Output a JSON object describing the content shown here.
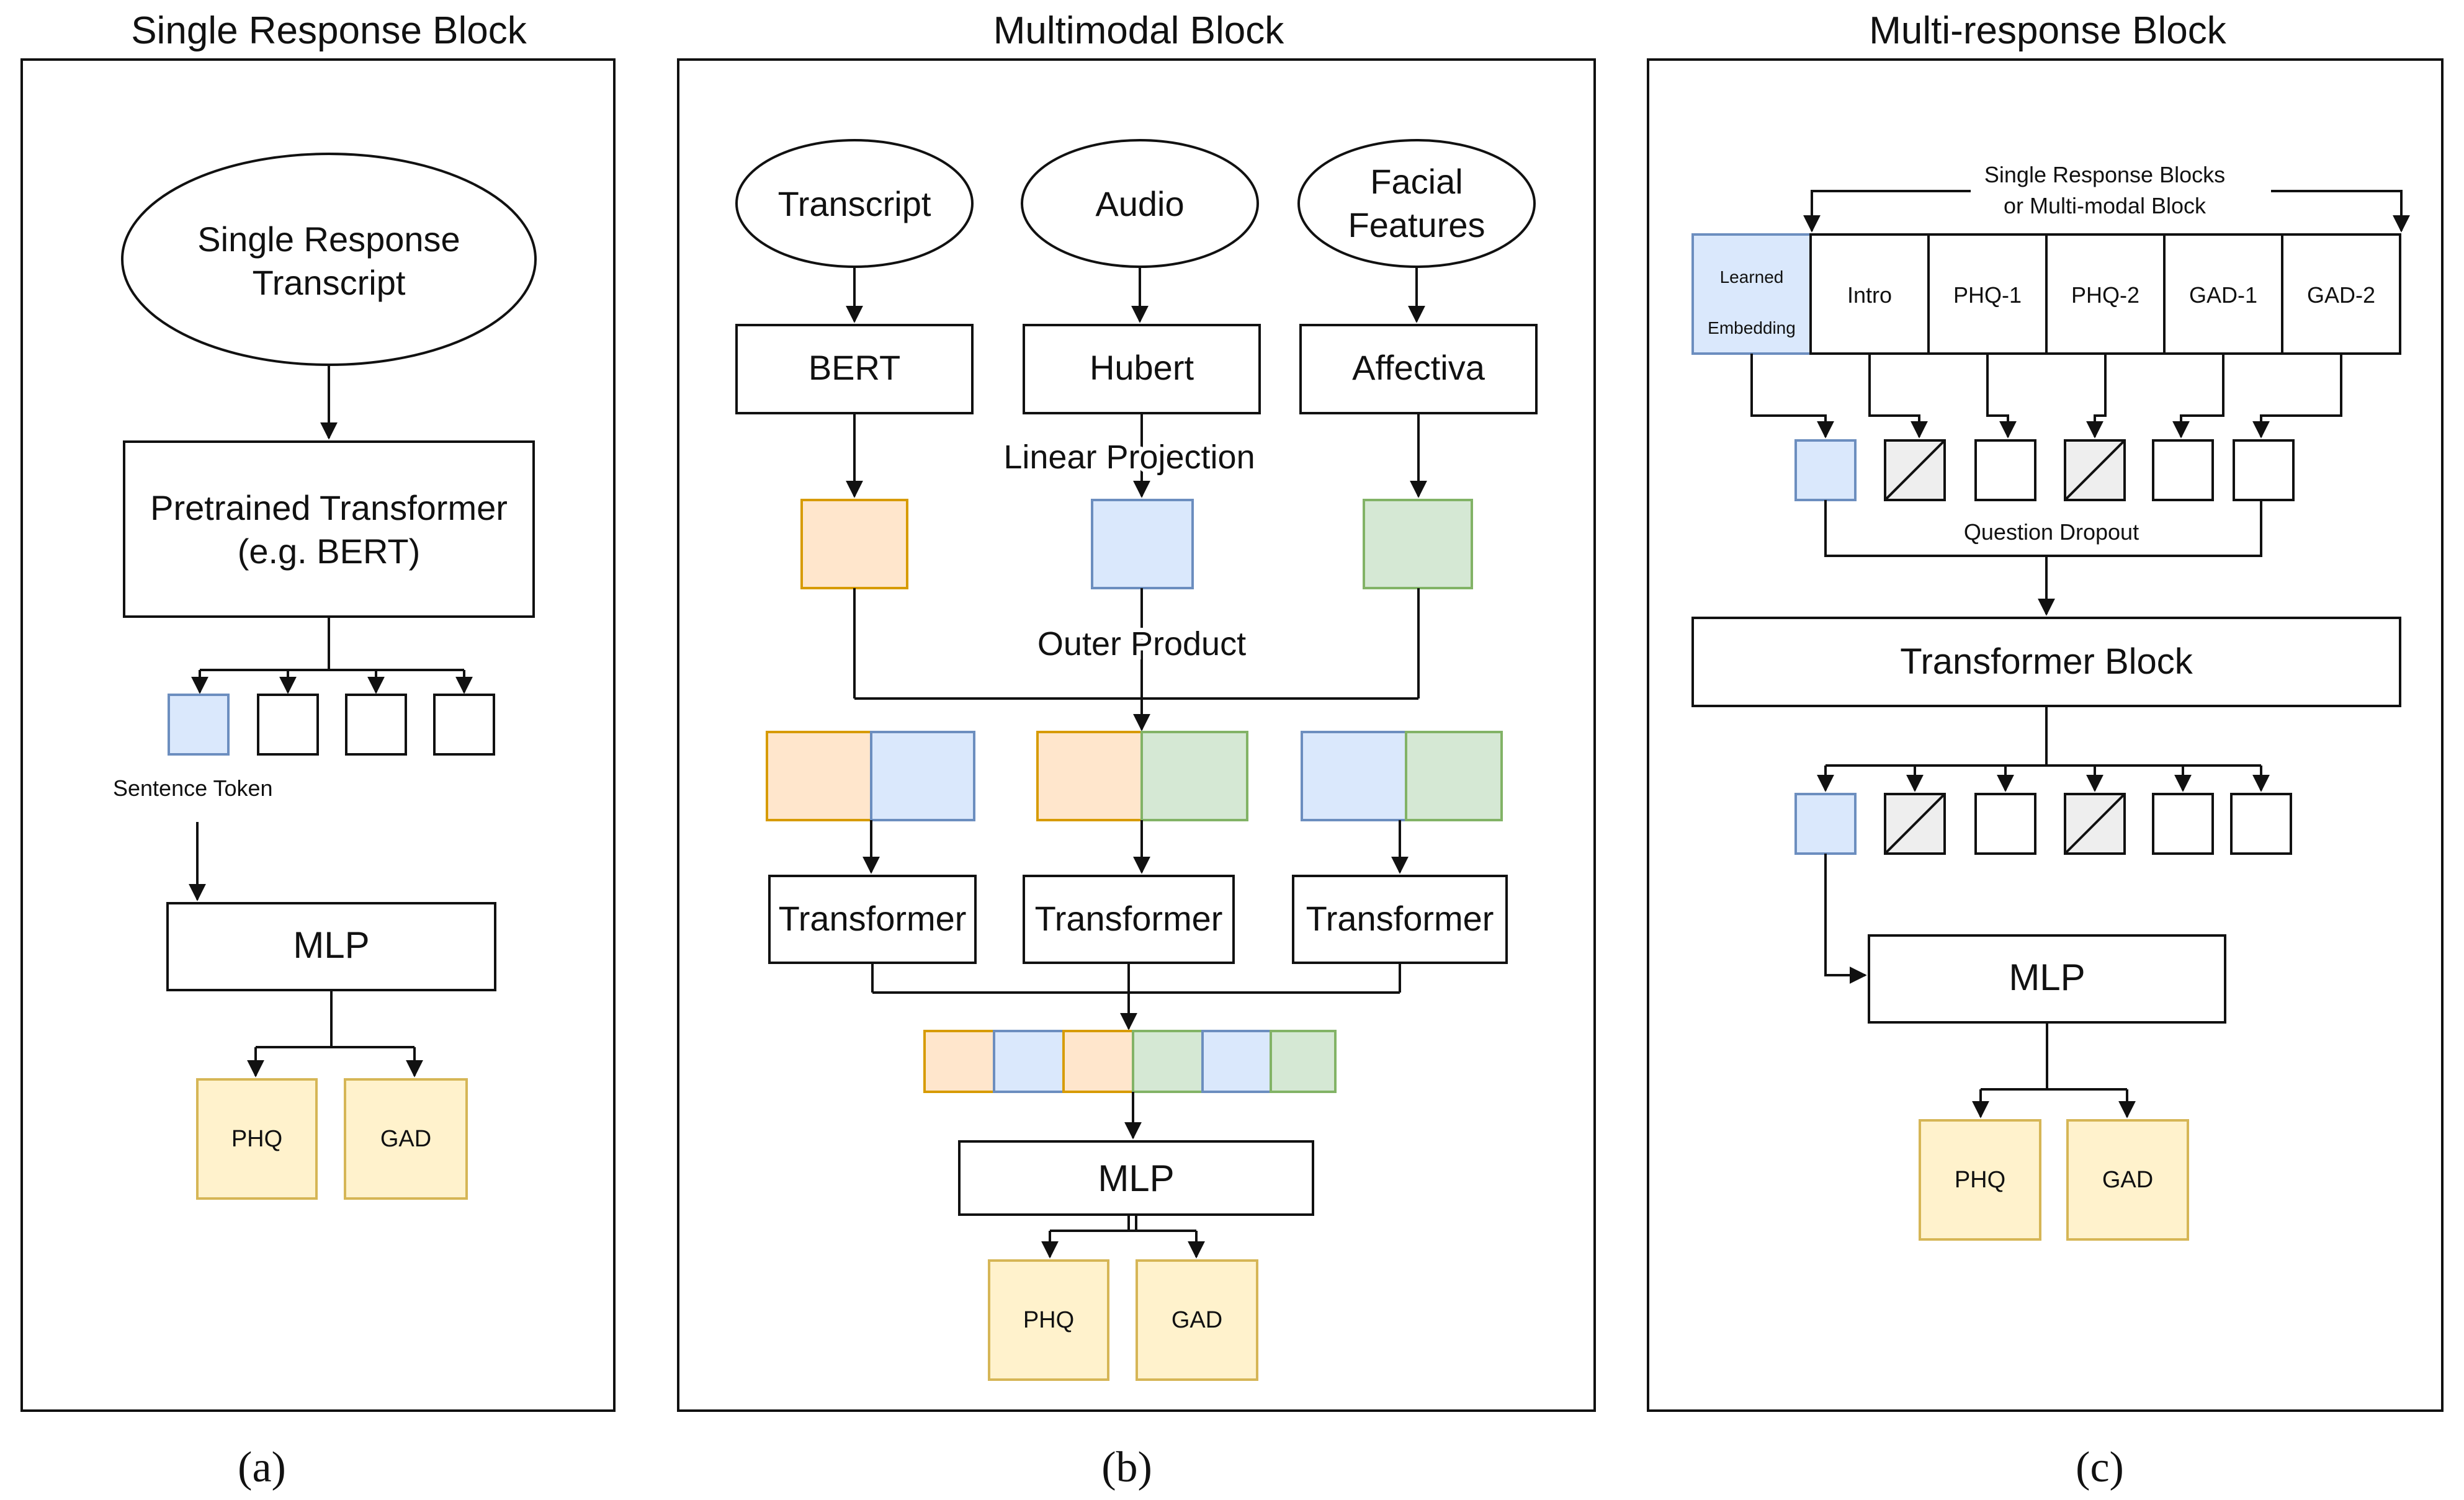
{
  "colors": {
    "blue_fill": "#dae8fc",
    "blue_stroke": "#6c8ebf",
    "orange_fill": "#ffe6cc",
    "orange_stroke": "#d79b00",
    "green_fill": "#d5e8d4",
    "green_stroke": "#82b366",
    "yellow_fill": "#fff2cc",
    "yellow_stroke": "#d6b656",
    "dropped_fill": "#eeeeee"
  },
  "panel_a": {
    "title": "Single Response Block",
    "input": [
      "Single Response",
      "Transcript"
    ],
    "encoder": [
      "Pretrained Transformer",
      "(e.g. BERT)"
    ],
    "sentence_token": "Sentence Token",
    "head": "MLP",
    "outputs": [
      "PHQ",
      "GAD"
    ],
    "caption": "(a)"
  },
  "panel_b": {
    "title": "Multimodal Block",
    "inputs": [
      [
        "Transcript"
      ],
      [
        "Audio"
      ],
      [
        "Facial",
        "Features"
      ]
    ],
    "encoders": [
      "BERT",
      "Hubert",
      "Affectiva"
    ],
    "linear_projection": "Linear Projection",
    "outer_product": "Outer Product",
    "transformers": [
      "Transformer",
      "Transformer",
      "Transformer"
    ],
    "head": "MLP",
    "outputs": [
      "PHQ",
      "GAD"
    ],
    "caption": "(b)"
  },
  "panel_c": {
    "title": "Multi-response Block",
    "source": [
      "Single Response Blocks",
      "or Multi-modal Block"
    ],
    "learned_embedding": [
      "Learned",
      "Embedding"
    ],
    "questions": [
      "Intro",
      "PHQ-1",
      "PHQ-2",
      "GAD-1",
      "GAD-2"
    ],
    "question_dropout": "Question Dropout",
    "transformer_block": "Transformer Block",
    "head": "MLP",
    "outputs": [
      "PHQ",
      "GAD"
    ],
    "caption": "(c)"
  }
}
